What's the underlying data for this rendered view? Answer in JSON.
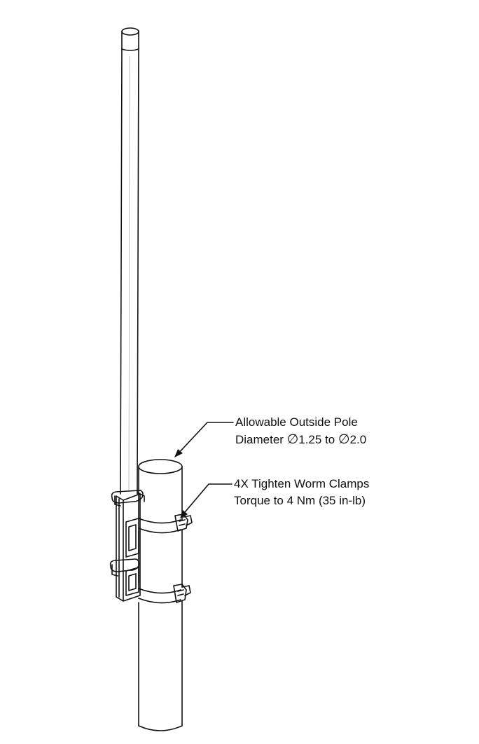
{
  "callouts": {
    "pole_diameter": {
      "line1": "Allowable Outside Pole",
      "line2_prefix": "Diameter ",
      "diameter_symbol": "∅",
      "min_value": "1.25",
      "between": " to ",
      "max_value": "2.0"
    },
    "clamps": {
      "line1": "4X Tighten Worm Clamps",
      "line2": "Torque to 4 Nm (35 in-lb)"
    }
  },
  "colors": {
    "line": "#111111",
    "background": "#ffffff"
  }
}
